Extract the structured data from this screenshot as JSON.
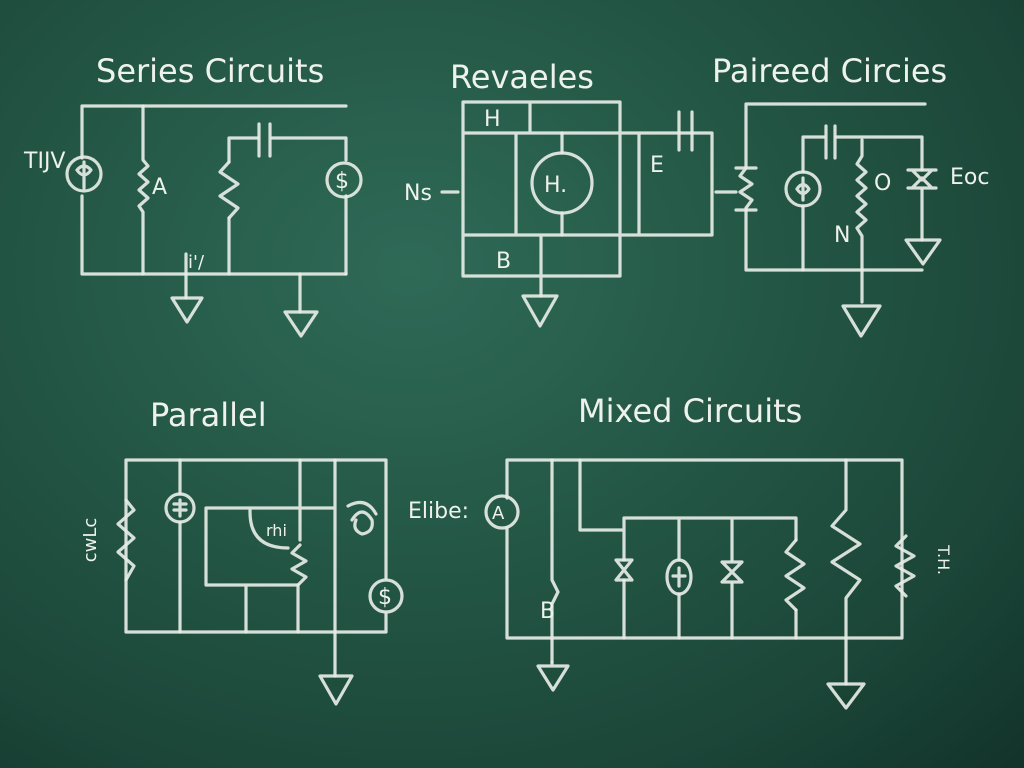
{
  "board": {
    "background_color": "#245746",
    "chalk_color": "#e6ece6"
  },
  "diagrams": [
    {
      "title": "Series Circuits",
      "labels": [
        "TĲV",
        "A",
        "i'/"
      ],
      "symbols": [
        "source-phi",
        "resistor",
        "resistor",
        "capacitor",
        "source-dollar",
        "ground",
        "ground"
      ]
    },
    {
      "title": "Revaeles",
      "labels": [
        "H",
        "H.",
        "E",
        "B",
        "Ns"
      ],
      "symbols": [
        "source-H",
        "capacitor",
        "ground"
      ]
    },
    {
      "title": "Paireed Circies",
      "labels": [
        "O",
        "Eoc",
        "N"
      ],
      "symbols": [
        "resistor",
        "source-phi",
        "capacitor",
        "resistor",
        "diode",
        "ground",
        "ground"
      ]
    },
    {
      "title": "Parallel",
      "labels": [
        "rhi",
        "cwLc"
      ],
      "symbols": [
        "resistor",
        "source",
        "resistor",
        "spiral",
        "source-dollar",
        "ground"
      ]
    },
    {
      "title": "Mixed Circuits",
      "labels": [
        "Elibe:",
        "B",
        "T.H."
      ],
      "symbols": [
        "source-A",
        "diode",
        "source",
        "diode",
        "resistor",
        "resistor",
        "resistor",
        "ground",
        "ground"
      ]
    }
  ]
}
